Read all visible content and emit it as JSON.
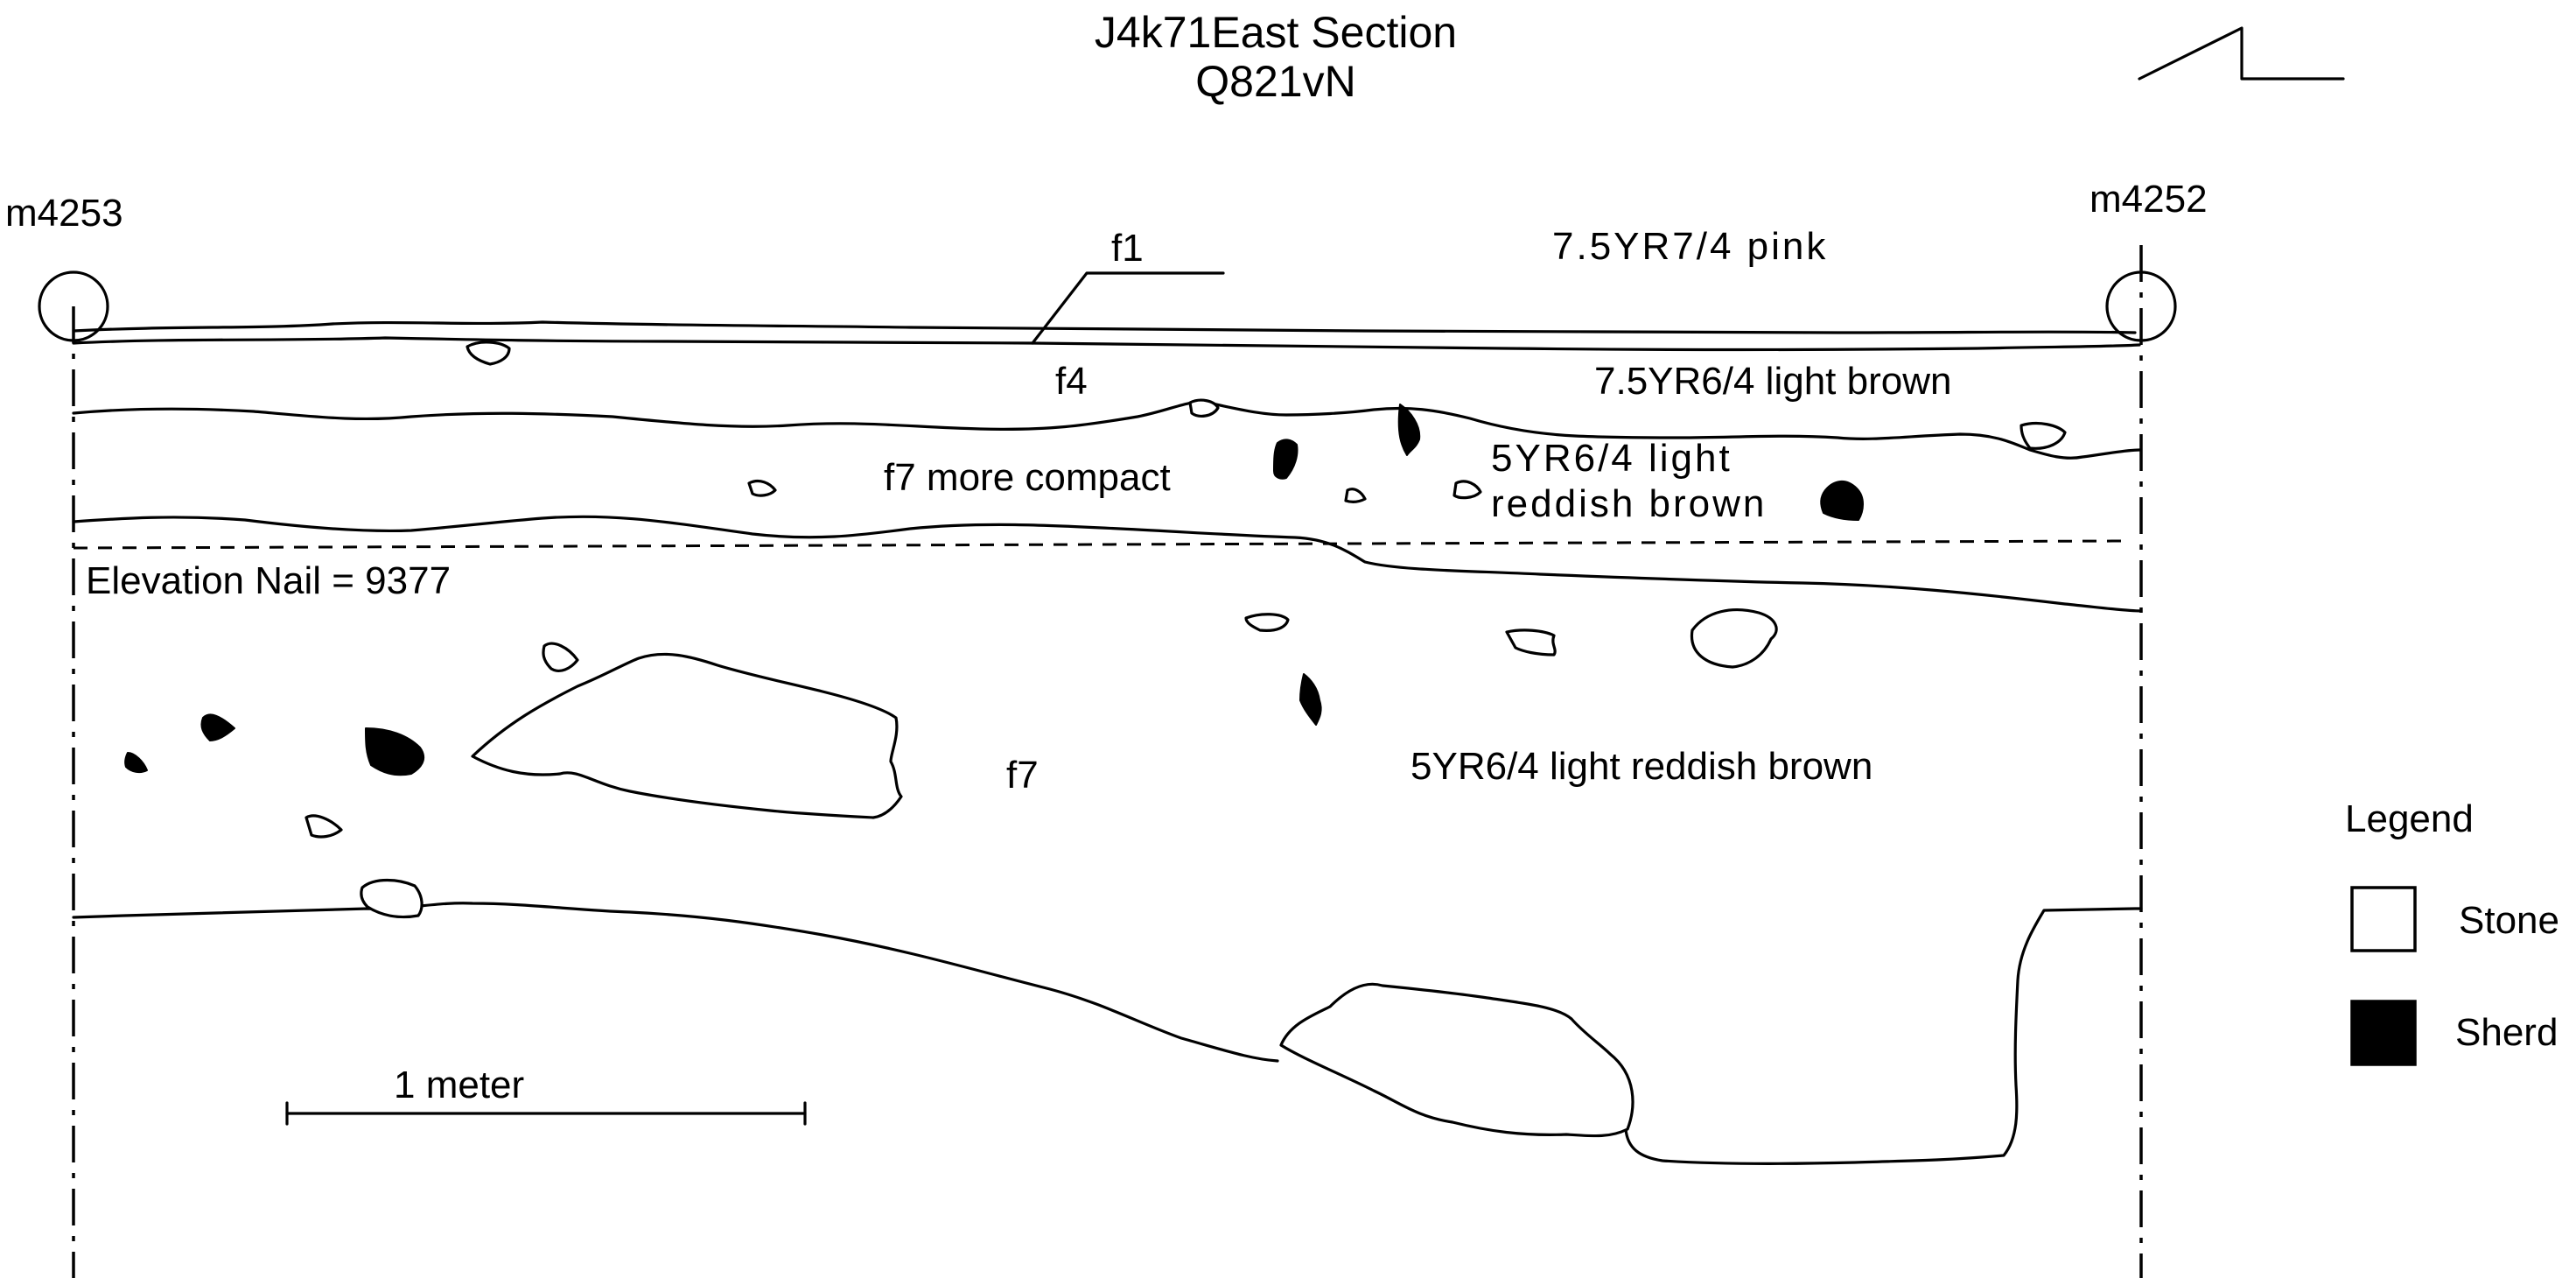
{
  "title": {
    "line1": "J4k71East Section",
    "line2": "Q821vN"
  },
  "datums": {
    "left": "m4253",
    "right": "m4252"
  },
  "features": {
    "f1": "f1",
    "f1_color": "7.5YR7/4 pink",
    "f4": "f4",
    "f4_color": "7.5YR6/4 light brown",
    "f7_upper": "f7 more compact",
    "f7_upper_color_line1": "5YR6/4 light",
    "f7_upper_color_line2": "reddish brown",
    "f7_lower": "f7",
    "f7_lower_color": "5YR6/4 light reddish brown"
  },
  "elevation_nail": "Elevation Nail = 9377",
  "scale_bar": {
    "label": "1 meter"
  },
  "legend": {
    "title": "Legend",
    "items": [
      {
        "label": "Stone",
        "fill": "#ffffff"
      },
      {
        "label": "Sherd",
        "fill": "#000000"
      }
    ]
  }
}
